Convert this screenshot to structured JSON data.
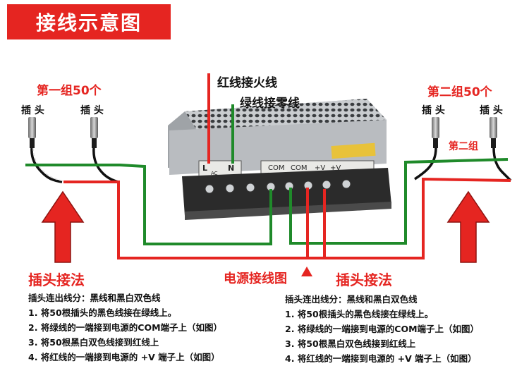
{
  "title": "接线示意图",
  "left_group": {
    "heading": "第一组50个",
    "plug_labels": [
      "插 头",
      "插 头"
    ],
    "method_label": "插头接法"
  },
  "right_group": {
    "heading": "第二组50个",
    "plug_labels": [
      "插 头",
      "插 头"
    ],
    "sub_label": "第二组",
    "method_label": "插头接法"
  },
  "center": {
    "red_wire_label": "红线接火线",
    "green_wire_label": "绿线接零线",
    "power_wiring_label": "电源接线图",
    "terminal_labels": [
      "L",
      "N",
      "COM",
      "COM",
      "+V",
      "+V"
    ],
    "ac_label": "AC"
  },
  "instructions_left": {
    "header": "插头连出线分：黑线和黑白双色线",
    "steps": [
      "1. 将50根插头的黑色线接在绿线上。",
      "2. 将绿线的一端接到电源的COM端子上（如图）",
      "3. 将50根黑白双色线接到红线上",
      "4. 将红线的一端接到电源的 +V 端子上（如图）"
    ]
  },
  "instructions_right": {
    "header": "插头连出线分：黑线和黑白双色线",
    "steps": [
      "1. 将50根插头的黑色线接在绿线上。",
      "2. 将绿线的一端接到电源的COM端子上（如图）",
      "3. 将50根黑白双色线接到红线上",
      "4. 将红线的一端接到电源的 +V 端子上（如图）"
    ]
  },
  "colors": {
    "banner": "#e52521",
    "red_wire": "#e52521",
    "green_wire": "#1f8a2a",
    "psu_body": "#b9bcc0"
  }
}
